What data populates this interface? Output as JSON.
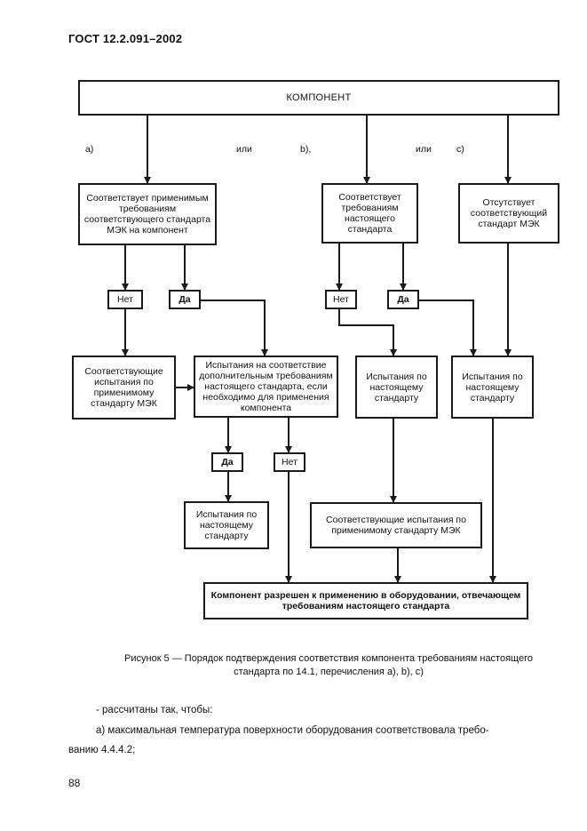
{
  "header": {
    "doc_code": "ГОСТ 12.2.091–2002"
  },
  "flowchart": {
    "component": "КОМПОНЕНТ",
    "branch_labels": {
      "a": "a)",
      "or1": "или",
      "b": "b),",
      "or2": "или",
      "c": "c)"
    },
    "box_a1": "Соответствует применимым требованиям соответствующего стандарта МЭК на компонент",
    "box_b1": "Соответствует требованиям настоящего стандарта",
    "box_c1": "Отсутствует соответствующий стандарт МЭК",
    "no_a": "Нет",
    "yes_a": "Да",
    "no_b": "Нет",
    "yes_b": "Да",
    "box_corr_iec": "Соответствующие испытания по применимому стандарту МЭК",
    "box_additional": "Испытания на соответствие дополнительным требованиям настоящего стандарта, если необходимо для применения компонента",
    "box_test_b": "Испытания по настоящему стандарту",
    "box_test_c": "Испытания по настоящему стандарту",
    "yes_add": "Да",
    "no_add": "Нет",
    "box_test_add": "Испытания по настоящему стандарту",
    "box_corr_iec2": "Соответствующие испытания по применимому стандарту МЭК",
    "box_final": "Компонент разрешен к применению в оборудовании, отвечающем требованиям настоящего стандарта"
  },
  "caption": {
    "line1": "Рисунок 5 — Порядок подтверждения соответствия компонента требованиям настоящего",
    "line2": "стандарта по 14.1, перечисления a), b), c)"
  },
  "body_text": {
    "line1": "- рассчитаны так, чтобы:",
    "line2": "а) максимальная температура поверхности оборудования соответствовала требо-",
    "line3": "ванию 4.4.4.2;"
  },
  "page_number": "88"
}
